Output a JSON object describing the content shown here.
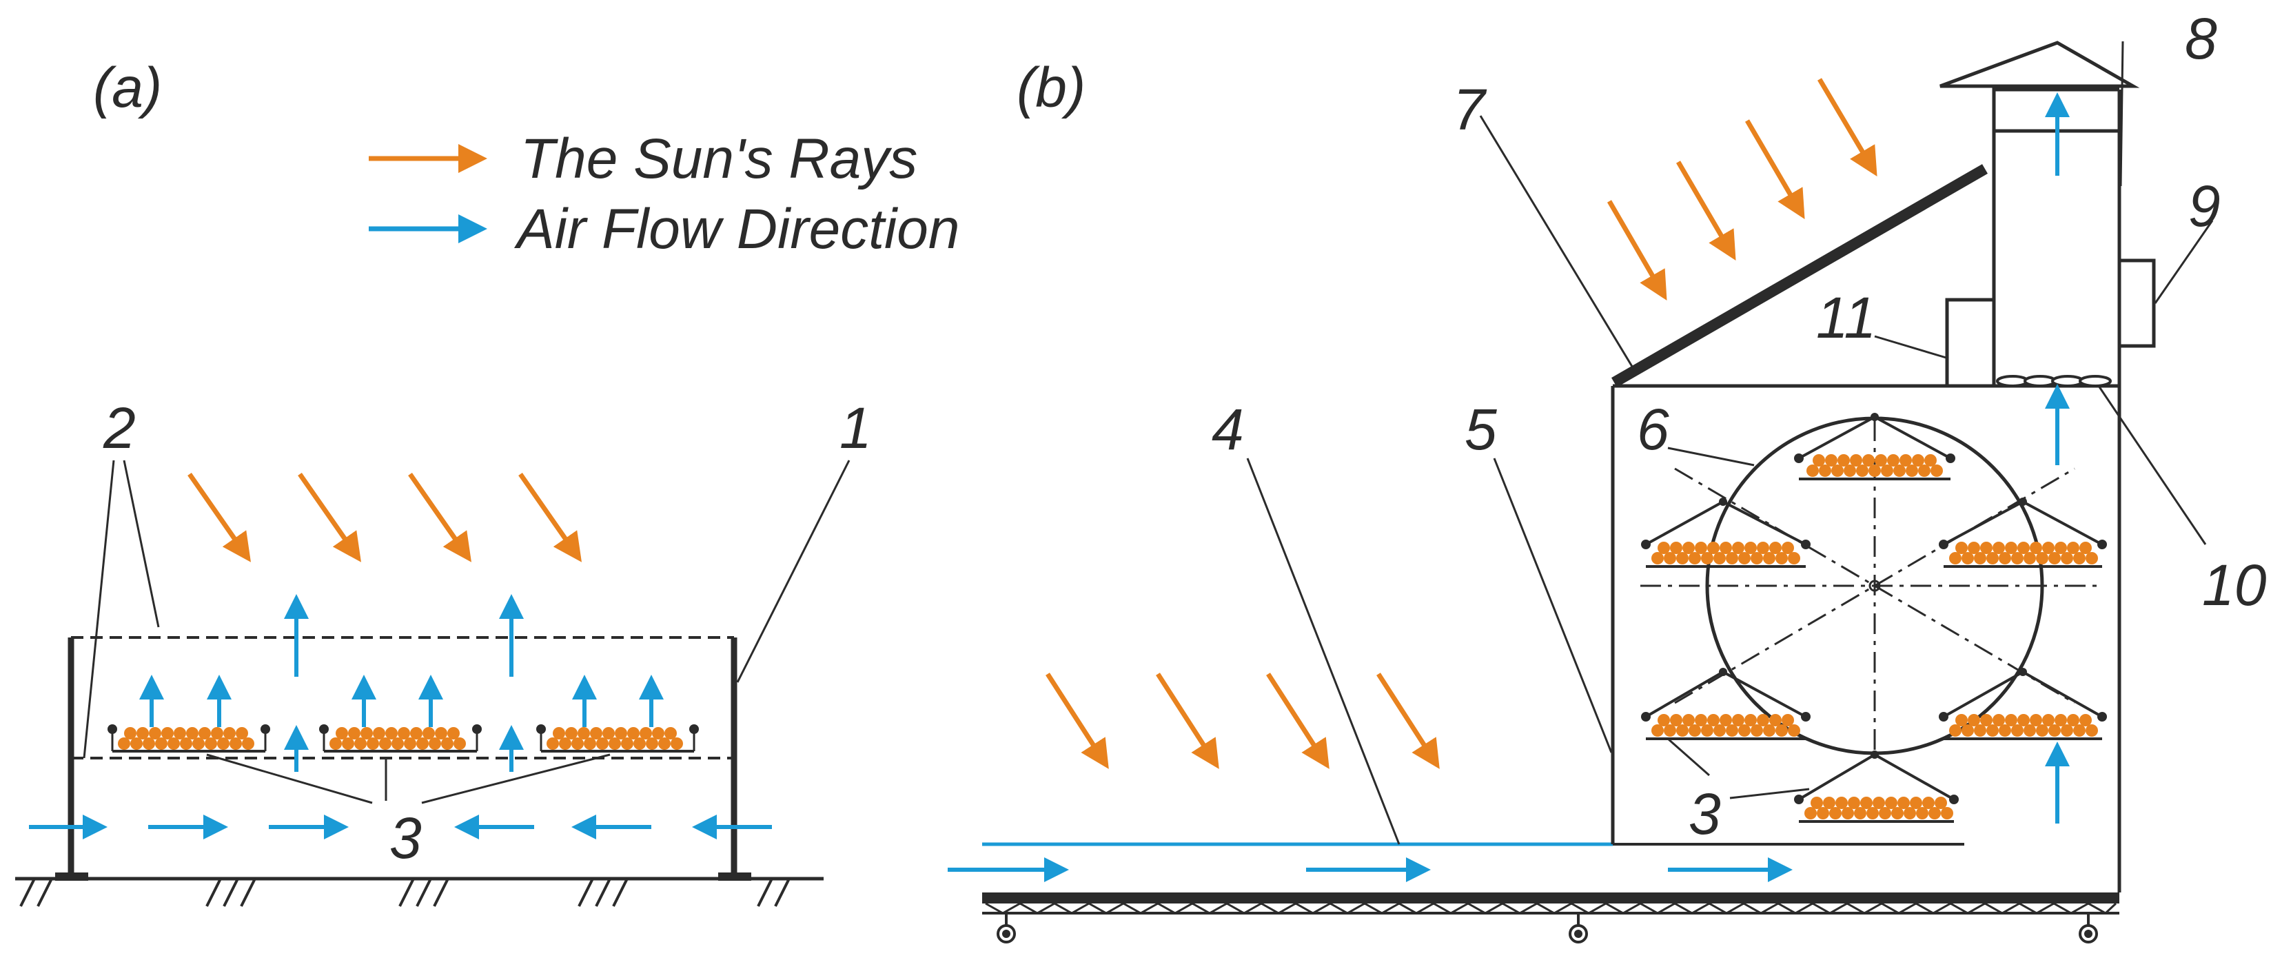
{
  "panels": {
    "a": "(a)",
    "b": "(b)"
  },
  "legend": {
    "sun": "The Sun's Rays",
    "air": "Air Flow Direction"
  },
  "callouts": {
    "a": [
      "1",
      "2",
      "3"
    ],
    "b": [
      "3",
      "4",
      "5",
      "6",
      "7",
      "8",
      "9",
      "10",
      "11"
    ]
  },
  "colors": {
    "sun": "#E8821E",
    "air": "#1A9AD6",
    "line": "#2b2b2b",
    "product": "#E8821E"
  },
  "icons": {
    "sun": "orange-arrow-icon",
    "air": "blue-arrow-icon"
  }
}
